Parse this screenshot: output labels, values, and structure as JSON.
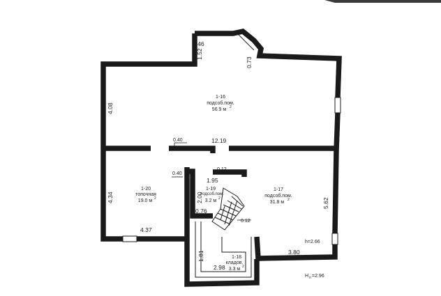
{
  "corner_band_color": "#3a3a3a",
  "wall_color": "#1a1a1a",
  "rooms": [
    {
      "id": "1-16",
      "name": "подсоб.пом.",
      "area": "56.9 м"
    },
    {
      "id": "1-17",
      "name": "подсоб.пом.",
      "area": "31.8 м"
    },
    {
      "id": "1-18",
      "name": "кладов.",
      "area": "3.3 м"
    },
    {
      "id": "1-19",
      "name": "подсоб.пом.",
      "area": "3.2 м"
    },
    {
      "id": "1-20",
      "name": "топочная",
      "area": "19.0 м"
    }
  ],
  "area_unit_superscript": "2",
  "dimensions": {
    "d_2_46": "2.46",
    "d_1_52": "1.52",
    "d_0_73": "0.73",
    "d_4_08": "4.08",
    "d_0_40_top": "0.40",
    "d_12_19": "12.19",
    "d_0_40_mid": "0.40",
    "d_0_12_top": "0.12",
    "d_1_95": "1.95",
    "d_2_00": "2.00",
    "d_4_34": "4.34",
    "d_0_76": "0.76",
    "d_0_12_bottom": "0.12",
    "d_5_62": "5.62",
    "d_4_37": "4.37",
    "d_1_81": "1.81",
    "d_2_98": "2.98",
    "d_3_80": "3.80"
  },
  "heights": {
    "h_room": "h=2.66",
    "h_floor_prefix": "H",
    "h_floor_sub": "п",
    "h_floor_value": "=2.96"
  }
}
